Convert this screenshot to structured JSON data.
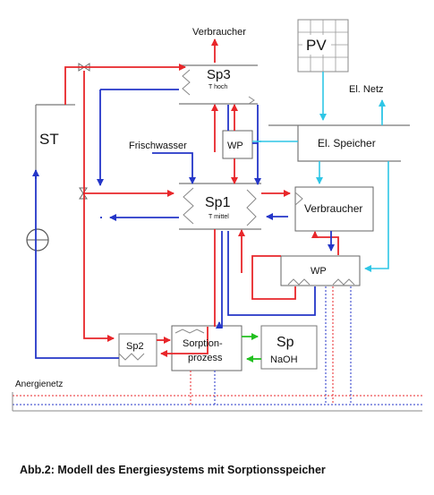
{
  "labels": {
    "verbraucher_top": "Verbraucher",
    "pv": "PV",
    "sp3": "Sp3",
    "sp3_sub": "T hoch",
    "el_netz": "El. Netz",
    "st": "ST",
    "frischwasser": "Frischwasser",
    "wp_upper": "WP",
    "el_speicher": "El. Speicher",
    "sp1": "Sp1",
    "sp1_sub": "T mittel",
    "verbraucher_mid": "Verbraucher",
    "wp_lower": "WP",
    "sp2": "Sp2",
    "sorption_line1": "Sorption-",
    "sorption_line2": "prozess",
    "sp_naoh_line1": "Sp",
    "sp_naoh_line2": "NaOH",
    "anergienetz": "Anergienetz"
  },
  "caption": "Abb.2: Modell des Energiesystems mit Sorptionsspeicher",
  "colors": {
    "hot": "#e8262a",
    "cold": "#2436c8",
    "electric": "#2fc6e6",
    "sorption": "#22c020",
    "box_border": "#555555",
    "pv_grid": "#888888"
  }
}
